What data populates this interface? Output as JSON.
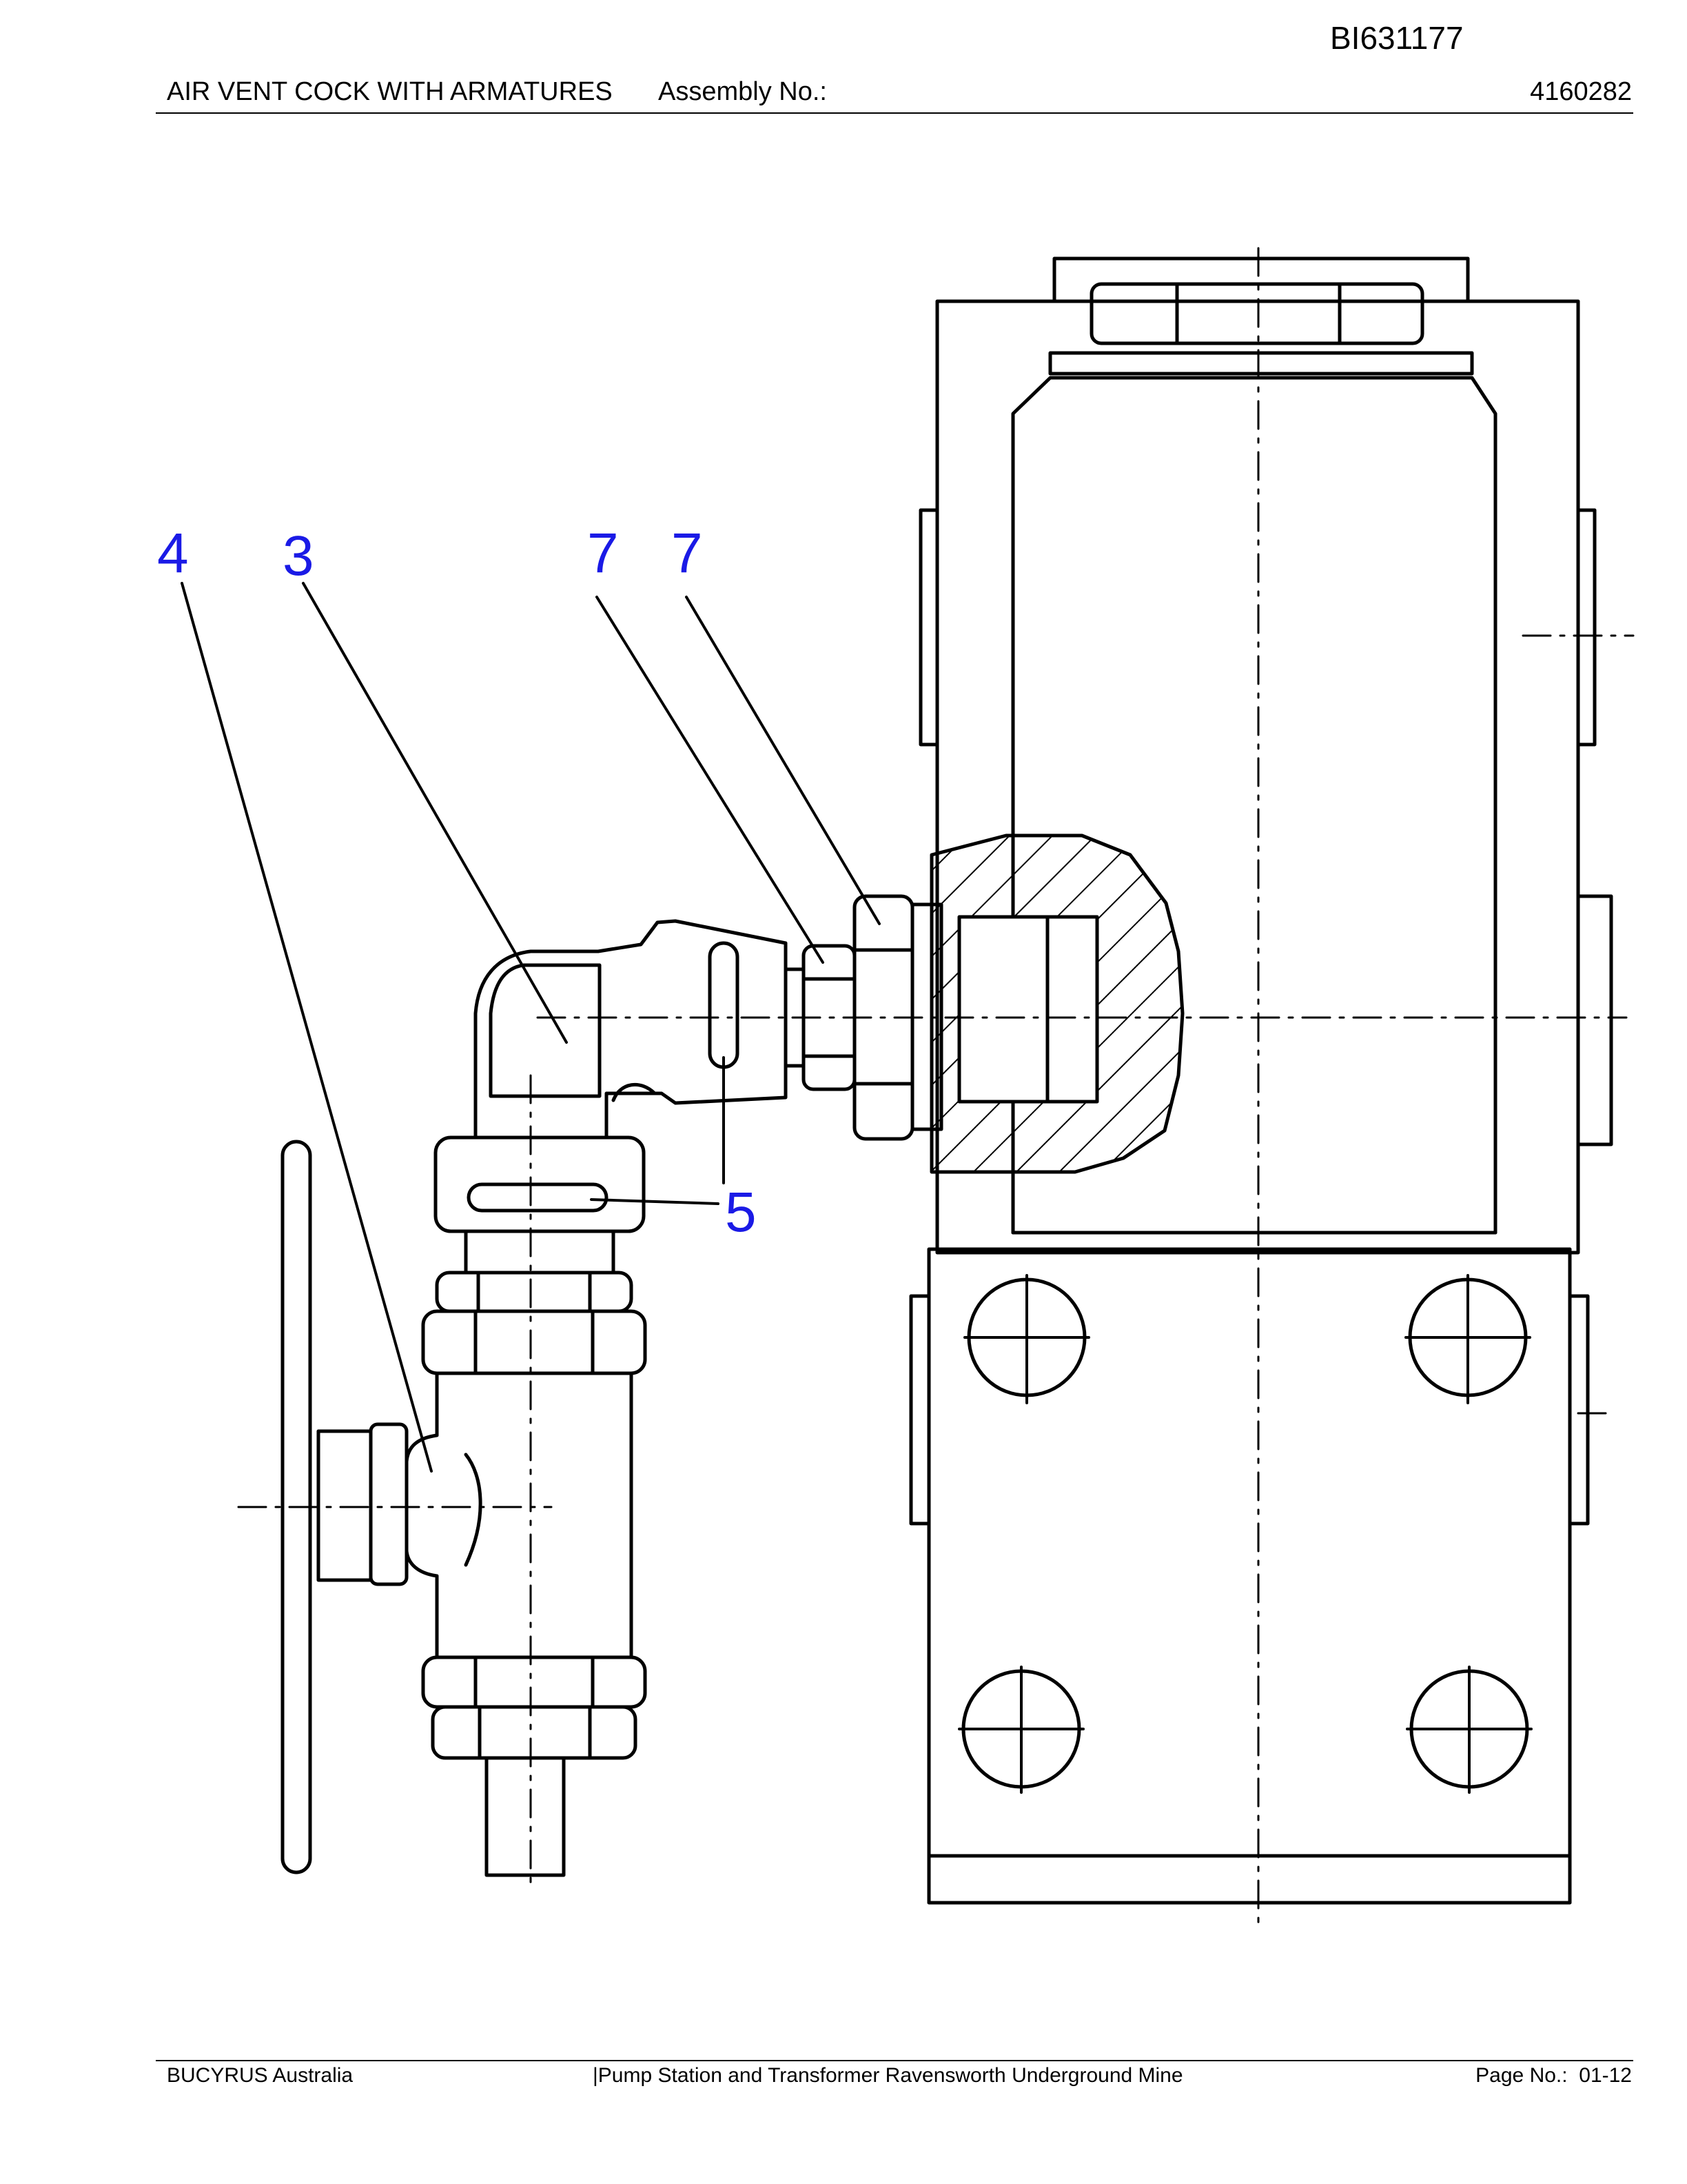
{
  "document": {
    "id": "BI631177",
    "title": "AIR VENT COCK WITH ARMATURES",
    "assembly_label": "Assembly No.:",
    "assembly_number": "4160282"
  },
  "footer": {
    "company": "BUCYRUS Australia",
    "project": "|Pump Station and Transformer Ravensworth Underground Mine",
    "page_label": "Page No.:",
    "page_number": "01-12"
  },
  "callouts": [
    {
      "label": "4"
    },
    {
      "label": "3"
    },
    {
      "label": "7"
    },
    {
      "label": "7"
    },
    {
      "label": "5"
    }
  ],
  "colors": {
    "callout": "#1a1ae6",
    "line": "#000000"
  }
}
